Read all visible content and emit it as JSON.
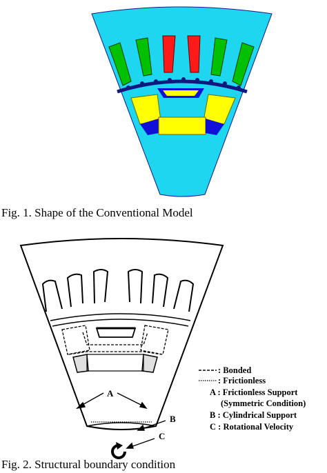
{
  "figure1": {
    "caption": "Fig. 1. Shape of the Conventional Model",
    "colors": {
      "background": "#1ed6f0",
      "tooth_green": "#00c000",
      "tooth_red": "#ff1a1a",
      "magnet_yellow": "#ffff00",
      "magnet_blue": "#1010d8",
      "airgap_navy": "#101880"
    }
  },
  "figure2": {
    "caption": "Fig. 2. Structural boundary condition",
    "labels": {
      "a": "A",
      "b": "B",
      "c": "C"
    },
    "legend": [
      {
        "style": "dashed",
        "text": ": Bonded"
      },
      {
        "style": "dotted",
        "text": ": Frictionless"
      },
      {
        "style": "none",
        "text": "A : Frictionless Support"
      },
      {
        "style": "none",
        "text": "(Symmetric Condition)"
      },
      {
        "style": "none",
        "text": "B : Cylindrical Support"
      },
      {
        "style": "none",
        "text": "C : Rotational Velocity"
      }
    ]
  }
}
